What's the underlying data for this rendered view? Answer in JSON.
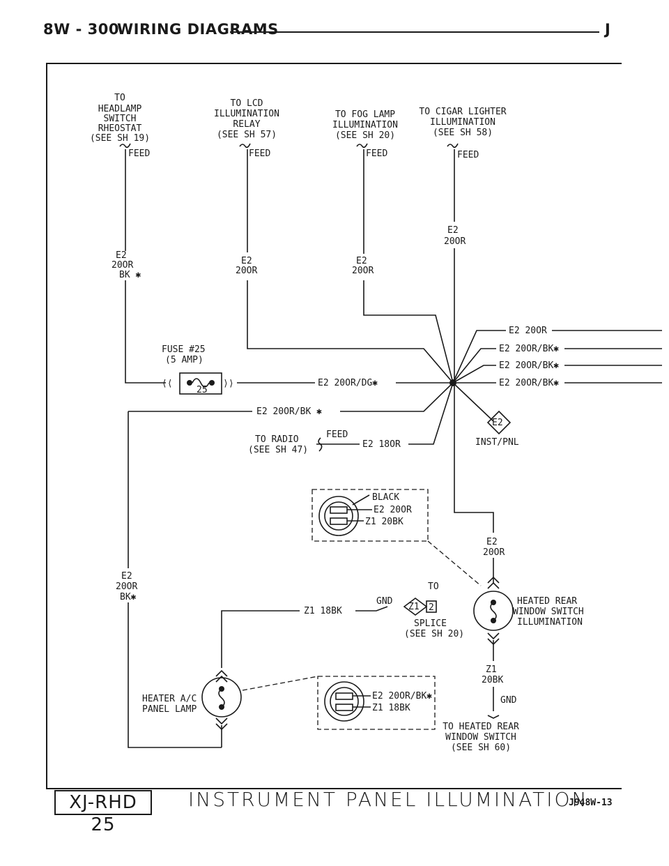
{
  "header": {
    "page": "8W - 300",
    "title": "WIRING DIAGRAMS",
    "right_mark": "J"
  },
  "footer": {
    "code": "XJ-RHD 25",
    "title": "INSTRUMENT PANEL ILLUMINATION",
    "figure_id": "J948W-13"
  },
  "feeds": {
    "headlamp": [
      "TO",
      "HEADLAMP",
      "SWITCH",
      "RHEOSTAT",
      "(SEE SH 19)"
    ],
    "lcd": [
      "TO LCD",
      "ILLUMINATION",
      "RELAY",
      "(SEE SH 57)"
    ],
    "fog": [
      "TO FOG LAMP",
      "ILLUMINATION",
      "(SEE SH 20)"
    ],
    "cigar": [
      "TO CIGAR LIGHTER",
      "ILLUMINATION",
      "(SEE SH 58)"
    ],
    "feed_label": "FEED"
  },
  "wires": {
    "e2": "E2",
    "w20or": "20OR",
    "bk_star": "BK ✱",
    "bk_star2": "BK✱",
    "e2_20or": "E2 20OR",
    "e2_20or_bk": "E2 20OR/BK✱",
    "e2_20or_bk_sp": "E2 20OR/BK ✱",
    "e2_20or_dg": "E2 20OR/DG✱",
    "e2_18or": "E2 18OR",
    "z1_18bk": "Z1 18BK",
    "z1": "Z1",
    "w20bk": "20BK",
    "z1_20bk": "Z1 20BK",
    "z1_18bk_conn": "Z1 18BK",
    "e2_20or_bk_conn": "E2 20OR/BK✱"
  },
  "fuse": {
    "label": "FUSE #25",
    "rating": "(5 AMP)",
    "number": "25"
  },
  "splice": {
    "id": "E2",
    "label": "INST/PNL",
    "gnd_id": "Z1",
    "gnd_num": "2"
  },
  "radio": {
    "line1": "TO RADIO",
    "line2": "(SEE SH 47)",
    "feed": "FEED"
  },
  "connector": {
    "color": "BLACK"
  },
  "ground_splice": {
    "to": "TO",
    "gnd": "GND",
    "splice": "SPLICE",
    "see": "(SEE SH 20)"
  },
  "heated_switch": {
    "label": [
      "HEATED REAR",
      "WINDOW SWITCH",
      "ILLUMINATION"
    ],
    "gnd": "GND",
    "to": [
      "TO HEATED REAR",
      "WINDOW SWITCH",
      "(SEE SH 60)"
    ]
  },
  "heater_lamp": {
    "label": [
      "HEATER A/C",
      "PANEL LAMP"
    ]
  }
}
